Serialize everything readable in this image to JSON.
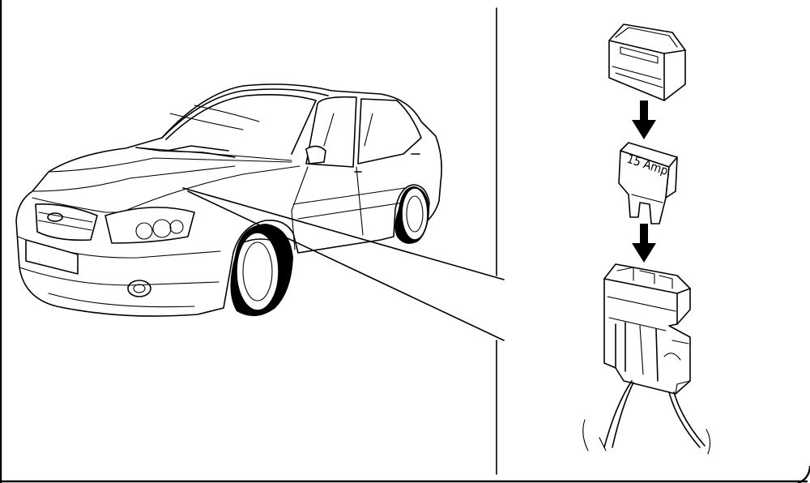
{
  "diagram": {
    "fuse_label": "15 Amp.",
    "colors": {
      "line": "#000000",
      "background": "#ffffff"
    },
    "icons": [
      "car-illustration",
      "fuse-cover",
      "mini-blade-fuse",
      "fuse-holder-connector",
      "down-arrow"
    ]
  }
}
